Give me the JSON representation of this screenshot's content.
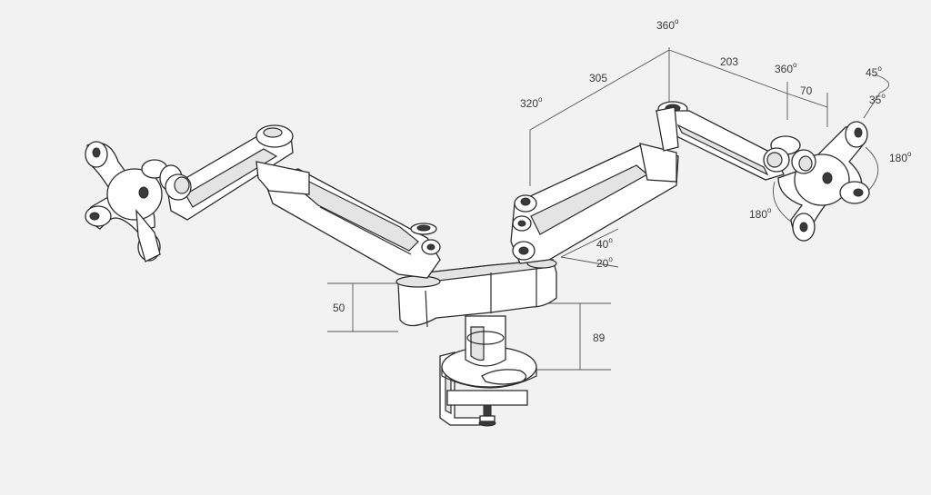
{
  "labels": {
    "rot_top": "360",
    "len_outer": "305",
    "len_inner": "203",
    "rot_right_joint": "360",
    "len_head": "70",
    "tilt_up": "45",
    "tilt_down": "35",
    "rot_left_elbow": "320",
    "swivel_right": "180",
    "swivel_bottom": "180",
    "arm_up": "40",
    "arm_down": "20",
    "height_base": "50",
    "height_pole": "89"
  },
  "degree_mark": "o"
}
